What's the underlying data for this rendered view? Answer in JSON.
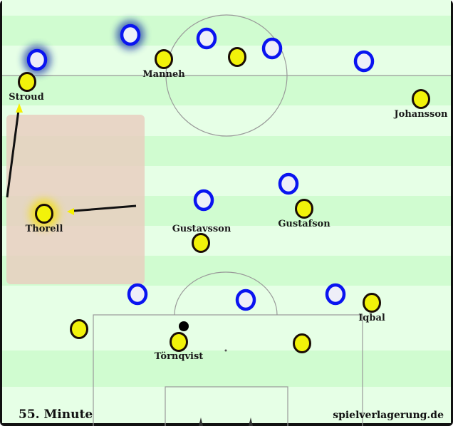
{
  "minute_label": "55. Minute",
  "watermark": "spielverlagerung.de",
  "colors": {
    "team_a_fill": "#f2f20a",
    "team_a_stroke": "#1a0d05",
    "team_b_stroke": "#0a14f0",
    "team_b_fill": "#eeeef8",
    "zone": "#e8d2c4",
    "pitch_light": "#e6ffe6",
    "pitch_dark": "#d0fcd0"
  },
  "players_yellow": [
    {
      "name": "Stroud"
    },
    {
      "name": "Manneh"
    },
    {
      "name": ""
    },
    {
      "name": "Johansson"
    },
    {
      "name": "Thorell"
    },
    {
      "name": "Gustafson"
    },
    {
      "name": "Gustavsson"
    },
    {
      "name": "Iqbal"
    },
    {
      "name": ""
    },
    {
      "name": "Törnqvist"
    },
    {
      "name": ""
    }
  ]
}
